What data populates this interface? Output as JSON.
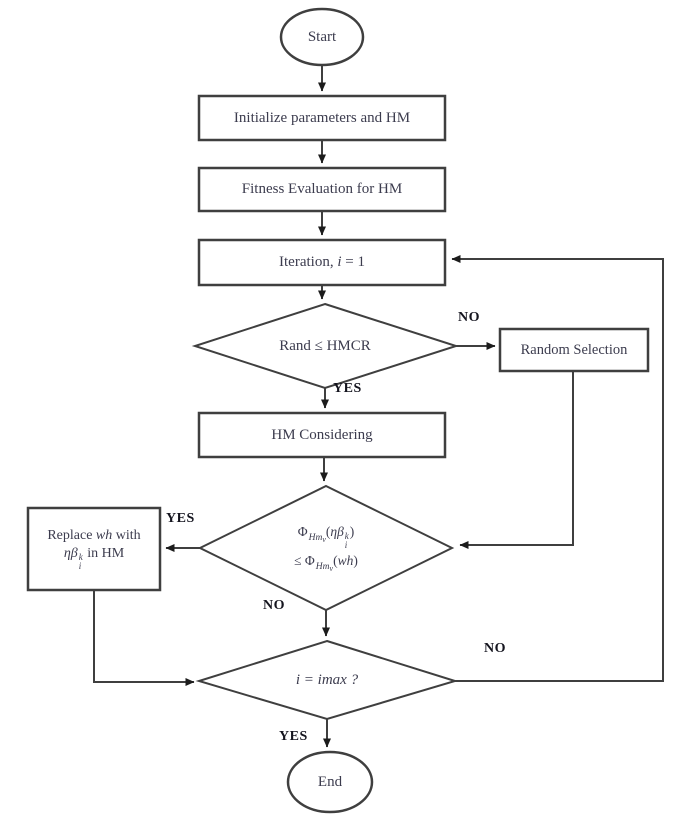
{
  "nodes": {
    "start": "Start",
    "init": "Initialize parameters and HM",
    "fitness": "Fitness Evaluation for HM",
    "iteration": {
      "pre": "Iteration, ",
      "var": "i",
      "post": " = 1"
    },
    "decision1": "Rand ≤ HMCR",
    "random_selection": "Random Selection",
    "hm_considering": "HM Considering",
    "decision2": {
      "phi": "Φ",
      "sub_hm": "Hm",
      "sub_v": "v",
      "open": "(",
      "eta_beta": "ηβ",
      "sup_k": "k",
      "sub_i": "i",
      "close": ")",
      "leq": "≤ ",
      "arg2_open": "(",
      "wh": "wh",
      "arg2_close": ")"
    },
    "replace": {
      "l1a": "Replace ",
      "l1b": "wh",
      "l1c": " with",
      "l2a": "ηβ",
      "sup_k": "k",
      "sub_i": "i",
      "l2b": " in HM"
    },
    "decision3": "i = imax ?",
    "end": "End"
  },
  "edge_labels": {
    "d1_no": "NO",
    "d1_yes": "YES",
    "d2_yes": "YES",
    "d2_no": "NO",
    "d3_no": "NO",
    "d3_yes": "YES"
  },
  "colors": {
    "line": "#3f3f3f",
    "arrowhead": "#1c1c1c",
    "node_text": "#3c3c4e",
    "edge_label_text": "#14141e",
    "background": "#ffffff"
  }
}
